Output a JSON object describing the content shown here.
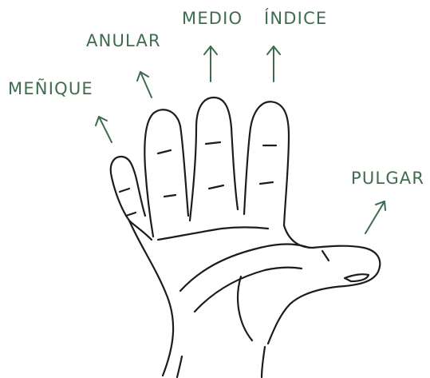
{
  "labels": {
    "middle": "MEDIO",
    "index": "ÍNDICE",
    "ring": "ANULAR",
    "little": "MEÑIQUE",
    "thumb": "PULGAR"
  },
  "colors": {
    "label_green": "#3f6b4f",
    "line_ink": "#1c1c1c",
    "background": "#ffffff"
  },
  "illustration": {
    "subject": "open-hand-palm",
    "arrow_style": "thin-green-arrow"
  }
}
